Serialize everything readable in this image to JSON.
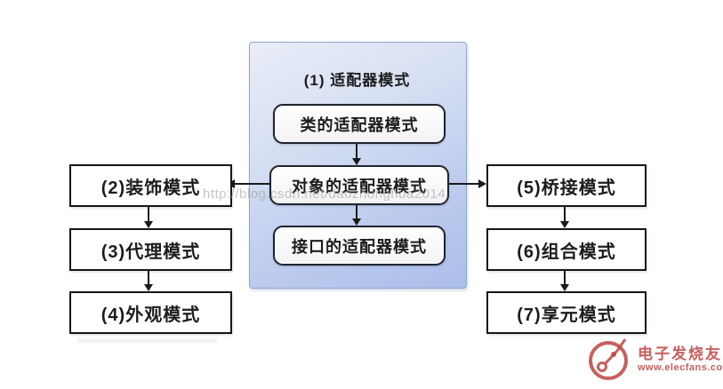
{
  "diagram": {
    "center": {
      "title": "(1) 适配器模式",
      "items": [
        "类的适配器模式",
        "对象的适配器模式",
        "接口的适配器模式"
      ]
    },
    "left_column": {
      "items": [
        "(2)装饰模式",
        "(3)代理模式",
        "(4)外观模式"
      ]
    },
    "right_column": {
      "items": [
        "(5)桥接模式",
        "(6)组合模式",
        "(7)享元模式"
      ]
    },
    "watermark": "http://blog.csdn.net/daozhonghua2014",
    "logo": {
      "name": "电子发烧友",
      "site": "www.elecfans.com",
      "color": "#bf4a48"
    },
    "colors": {
      "panel_top": "#e9edf8",
      "panel_bottom": "#abbee9",
      "panel_border": "#90a5d2",
      "box_border": "#1a1a1a",
      "arrow": "#1a1a1a",
      "watermark_gray": "#969696"
    }
  }
}
